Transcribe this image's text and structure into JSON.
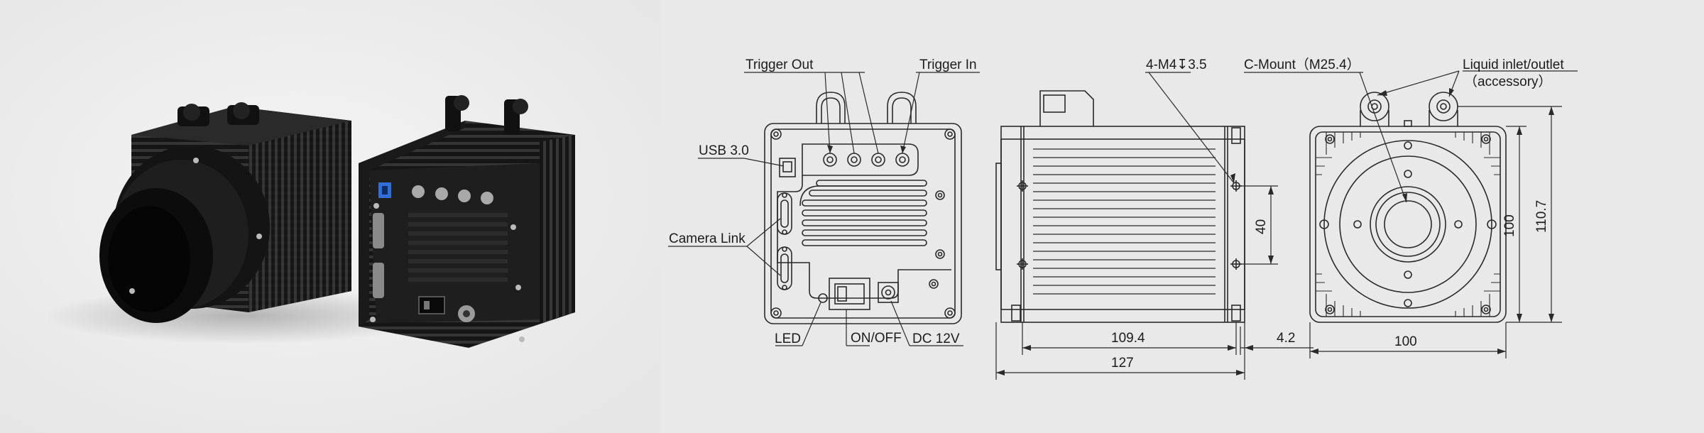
{
  "colors": {
    "background": "#e9e9e9",
    "camera_body": "#1d1d1d",
    "line": "#2a2a2a",
    "usb_accent": "#2f6fd6"
  },
  "labels": {
    "trigger_out": "Trigger Out",
    "trigger_in": "Trigger In",
    "usb": "USB 3.0",
    "camera_link": "Camera Link",
    "led": "LED",
    "on_off": "ON/OFF",
    "dc": "DC 12V",
    "screw": "4-M4↧3.5",
    "c_mount": "C-Mount（M25.4）",
    "liquid_1": "Liquid inlet/outlet",
    "liquid_2": "（accessory）"
  },
  "dimensions": {
    "side_inner": "109.4",
    "side_total": "127",
    "offset": "4.2",
    "height_40": "40",
    "front_width": "100",
    "front_height": "100",
    "front_total": "110.7"
  },
  "icons": [
    "camera-photo",
    "rear-panel-drawing",
    "side-view-drawing",
    "front-view-drawing"
  ]
}
